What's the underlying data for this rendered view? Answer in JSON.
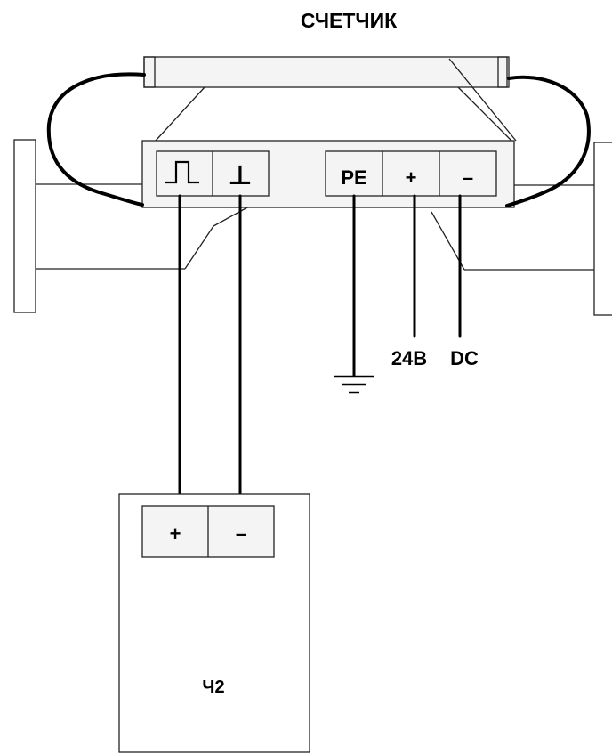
{
  "title": "СЧЕТЧИК",
  "meter_terminals": {
    "pulse_symbol": "pulse",
    "ground_symbol": "⊥",
    "pe": "PE",
    "plus": "+",
    "minus": "–"
  },
  "supply": {
    "voltage": "24В",
    "type": "DC"
  },
  "receiver": {
    "name": "Ч2",
    "plus": "+",
    "minus": "–"
  }
}
